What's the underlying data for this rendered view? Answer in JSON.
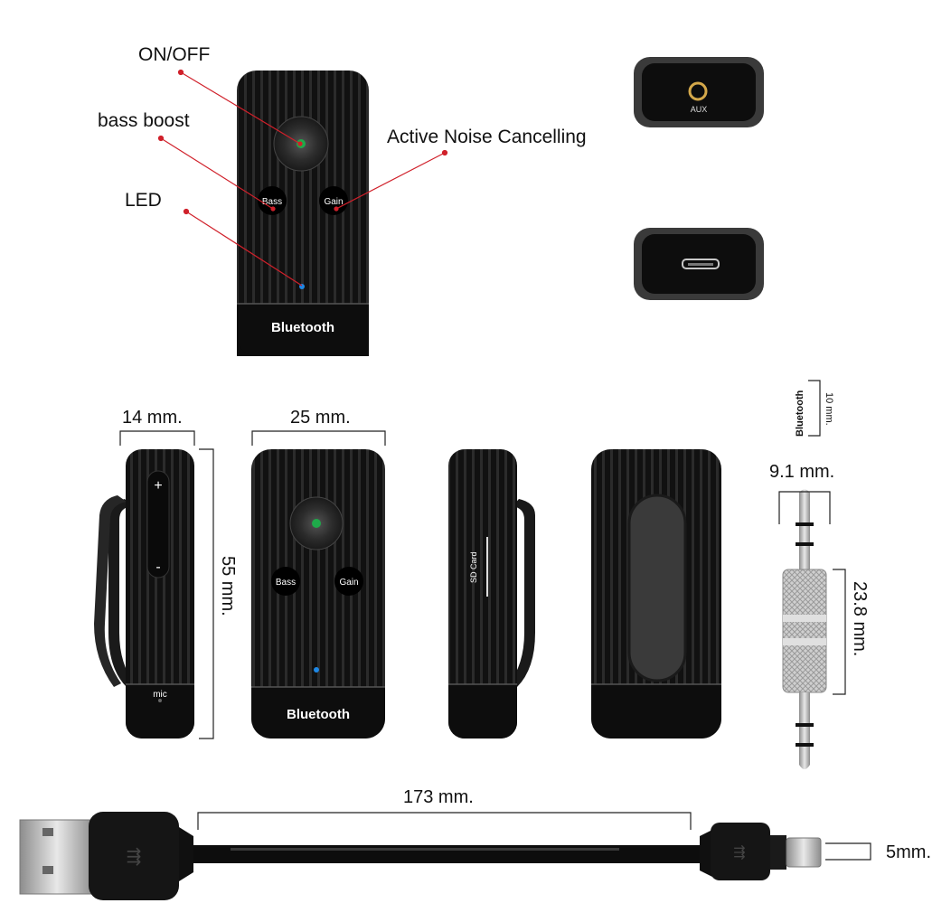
{
  "callouts": {
    "on_off": "ON/OFF",
    "bass_boost": "bass boost",
    "anc": "Active Noise Cancelling",
    "led": "LED"
  },
  "device": {
    "brand": "Bluetooth",
    "button_bass": "Bass",
    "button_gain": "Gain",
    "volume_plus": "+",
    "volume_minus": "-",
    "mic_label": "mic",
    "sd_label": "SD Card"
  },
  "ports": {
    "aux_label": "AUX"
  },
  "dimensions": {
    "side_width": "14 mm.",
    "front_width": "25 mm.",
    "height": "55 mm.",
    "logo_height": "10 mm.",
    "jack_width": "9.1 mm.",
    "jack_length": "23.8 mm.",
    "cable_length": "173 mm.",
    "connector_height": "5mm."
  },
  "colors": {
    "body": "#111111",
    "stripe": "#2a2a2a",
    "callout_line": "#d0202a",
    "power_led": "#1faa4a",
    "status_led": "#1e88e5",
    "aux_ring": "#d4a84a"
  }
}
